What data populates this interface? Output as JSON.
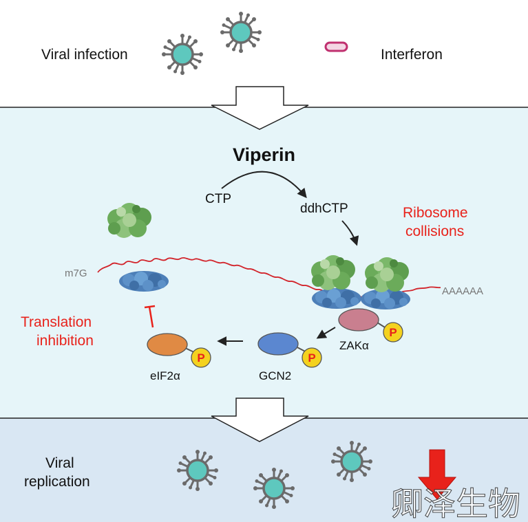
{
  "top": {
    "viral_infection": "Viral infection",
    "interferon": "Interferon"
  },
  "middle": {
    "viperin": "Viperin",
    "ctp": "CTP",
    "ddhctp": "ddhCTP",
    "ribosome_collisions_line1": "Ribosome",
    "ribosome_collisions_line2": "collisions",
    "mrna_cap": "m7G",
    "poly_a": "AAAAAA",
    "translation_inhibition_line1": "Translation",
    "translation_inhibition_line2": "inhibition",
    "zak": "ZAKα",
    "gcn2": "GCN2",
    "eif2a": "eIF2α",
    "phospho": "P"
  },
  "bottom": {
    "viral_replication_line1": "Viral",
    "viral_replication_line2": "replication"
  },
  "watermark": "卿泽生物",
  "colors": {
    "panel_top": "#ffffff",
    "panel_middle": "#e6f5f9",
    "panel_bottom": "#d9e7f3",
    "red_text": "#e8221b",
    "virus_core": "#5ec8be",
    "virus_spike": "#6b6b6b",
    "mrna": "#d2232a",
    "zak": "#c97f8f",
    "gcn2": "#5b87d0",
    "eif2a": "#e08a44",
    "phospho": "#f4d21f",
    "down_arrow": "#e8221b",
    "ribosome_large": "#6bab5a",
    "ribosome_small": "#4d7fb8"
  }
}
